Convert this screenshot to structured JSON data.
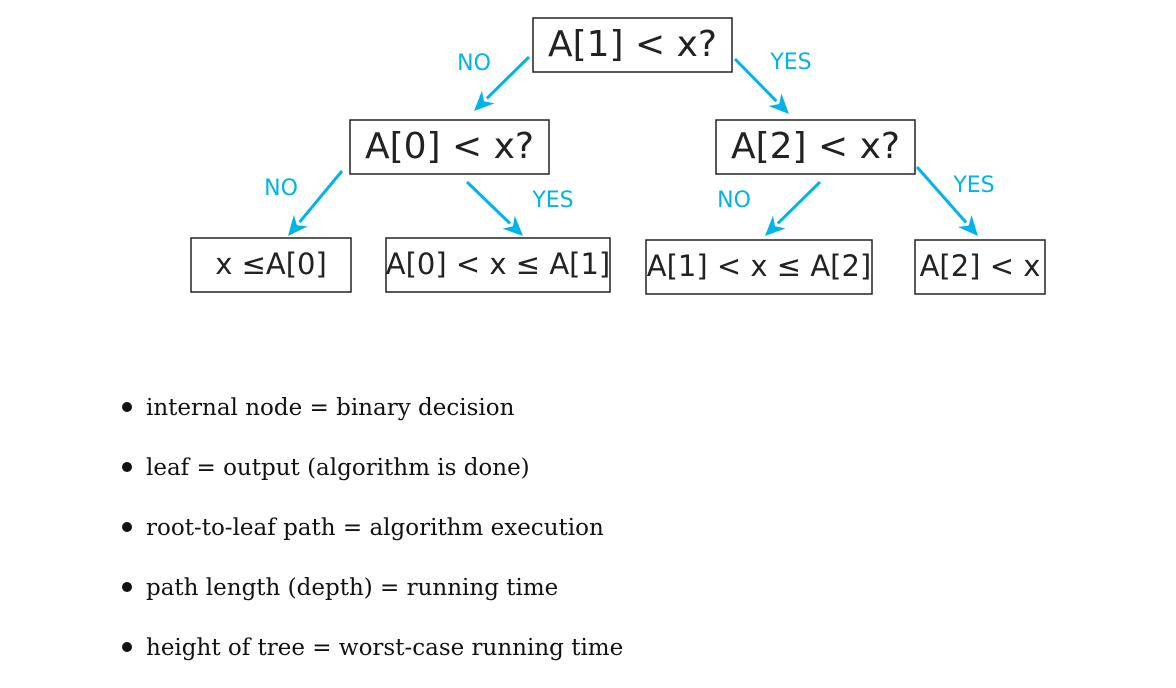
{
  "diagram": {
    "colors": {
      "edge": "#00b4ea",
      "box_border": "#222222",
      "text": "#222222"
    },
    "nodes": [
      {
        "id": "root",
        "label": "A[1] < x?"
      },
      {
        "id": "left",
        "label": "A[0] < x?"
      },
      {
        "id": "right",
        "label": "A[2] < x?"
      },
      {
        "id": "leaf1",
        "label": "x ≤A[0]"
      },
      {
        "id": "leaf2",
        "label": "A[0] < x ≤ A[1]"
      },
      {
        "id": "leaf3",
        "label": "A[1] < x ≤ A[2]"
      },
      {
        "id": "leaf4",
        "label": "A[2] < x"
      }
    ],
    "edges": [
      {
        "from": "root",
        "to": "left",
        "label": "NO"
      },
      {
        "from": "root",
        "to": "right",
        "label": "YES"
      },
      {
        "from": "left",
        "to": "leaf1",
        "label": "NO"
      },
      {
        "from": "left",
        "to": "leaf2",
        "label": "YES"
      },
      {
        "from": "right",
        "to": "leaf3",
        "label": "NO"
      },
      {
        "from": "right",
        "to": "leaf4",
        "label": "YES"
      }
    ]
  },
  "bullets": [
    "internal node = binary decision",
    "leaf = output (algorithm is done)",
    "root-to-leaf path = algorithm execution",
    "path length (depth) = running time",
    "height of tree = worst-case running time"
  ]
}
